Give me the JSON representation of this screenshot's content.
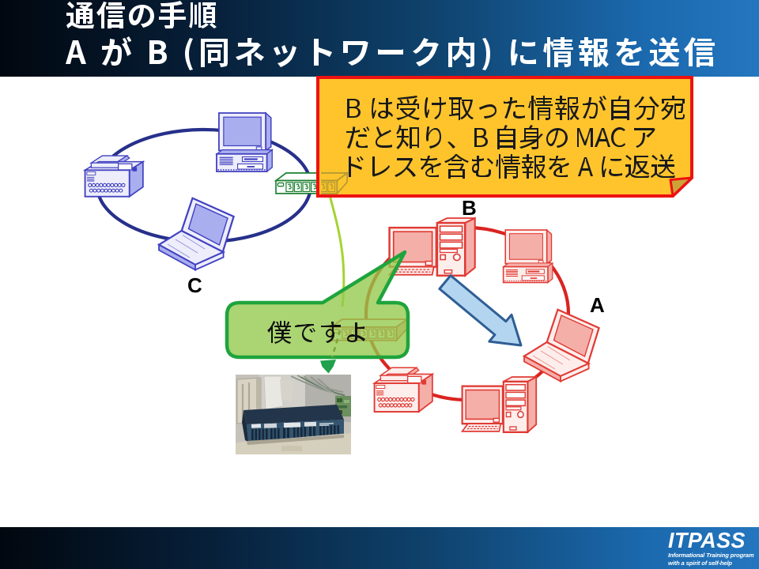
{
  "slide": {
    "title": {
      "line1": "通信の手順",
      "line2": "A が B (同ネットワーク内) に情報を送信"
    },
    "callout": {
      "lines": [
        "B は受け取った情報が自分宛",
        "だと知り、B 自身の MAC ア",
        "ドレスを含む情報を A に返送"
      ],
      "full_text": "B は受け取った情報が自分宛だと知り、B 自身の MAC アドレスを含む情報を A に返送",
      "fill": "#FFC32B",
      "border": "#EE1111"
    },
    "bubble": {
      "text": "僕ですよ",
      "fill": "#8DC63F",
      "border": "#1FA43C"
    },
    "labels": {
      "node_a": "A",
      "node_b": "B",
      "node_c": "C"
    },
    "networks": {
      "left_color": "#232E87",
      "right_color": "#D92B2B",
      "hub_color": "#1C8030"
    },
    "arrow_color": "#B3D5F0",
    "connector_color": "#A3D430",
    "footer": {
      "logo": "ITPASS",
      "subtitle1": "Informational Training program",
      "subtitle2": "with a spirit of self-help"
    }
  }
}
